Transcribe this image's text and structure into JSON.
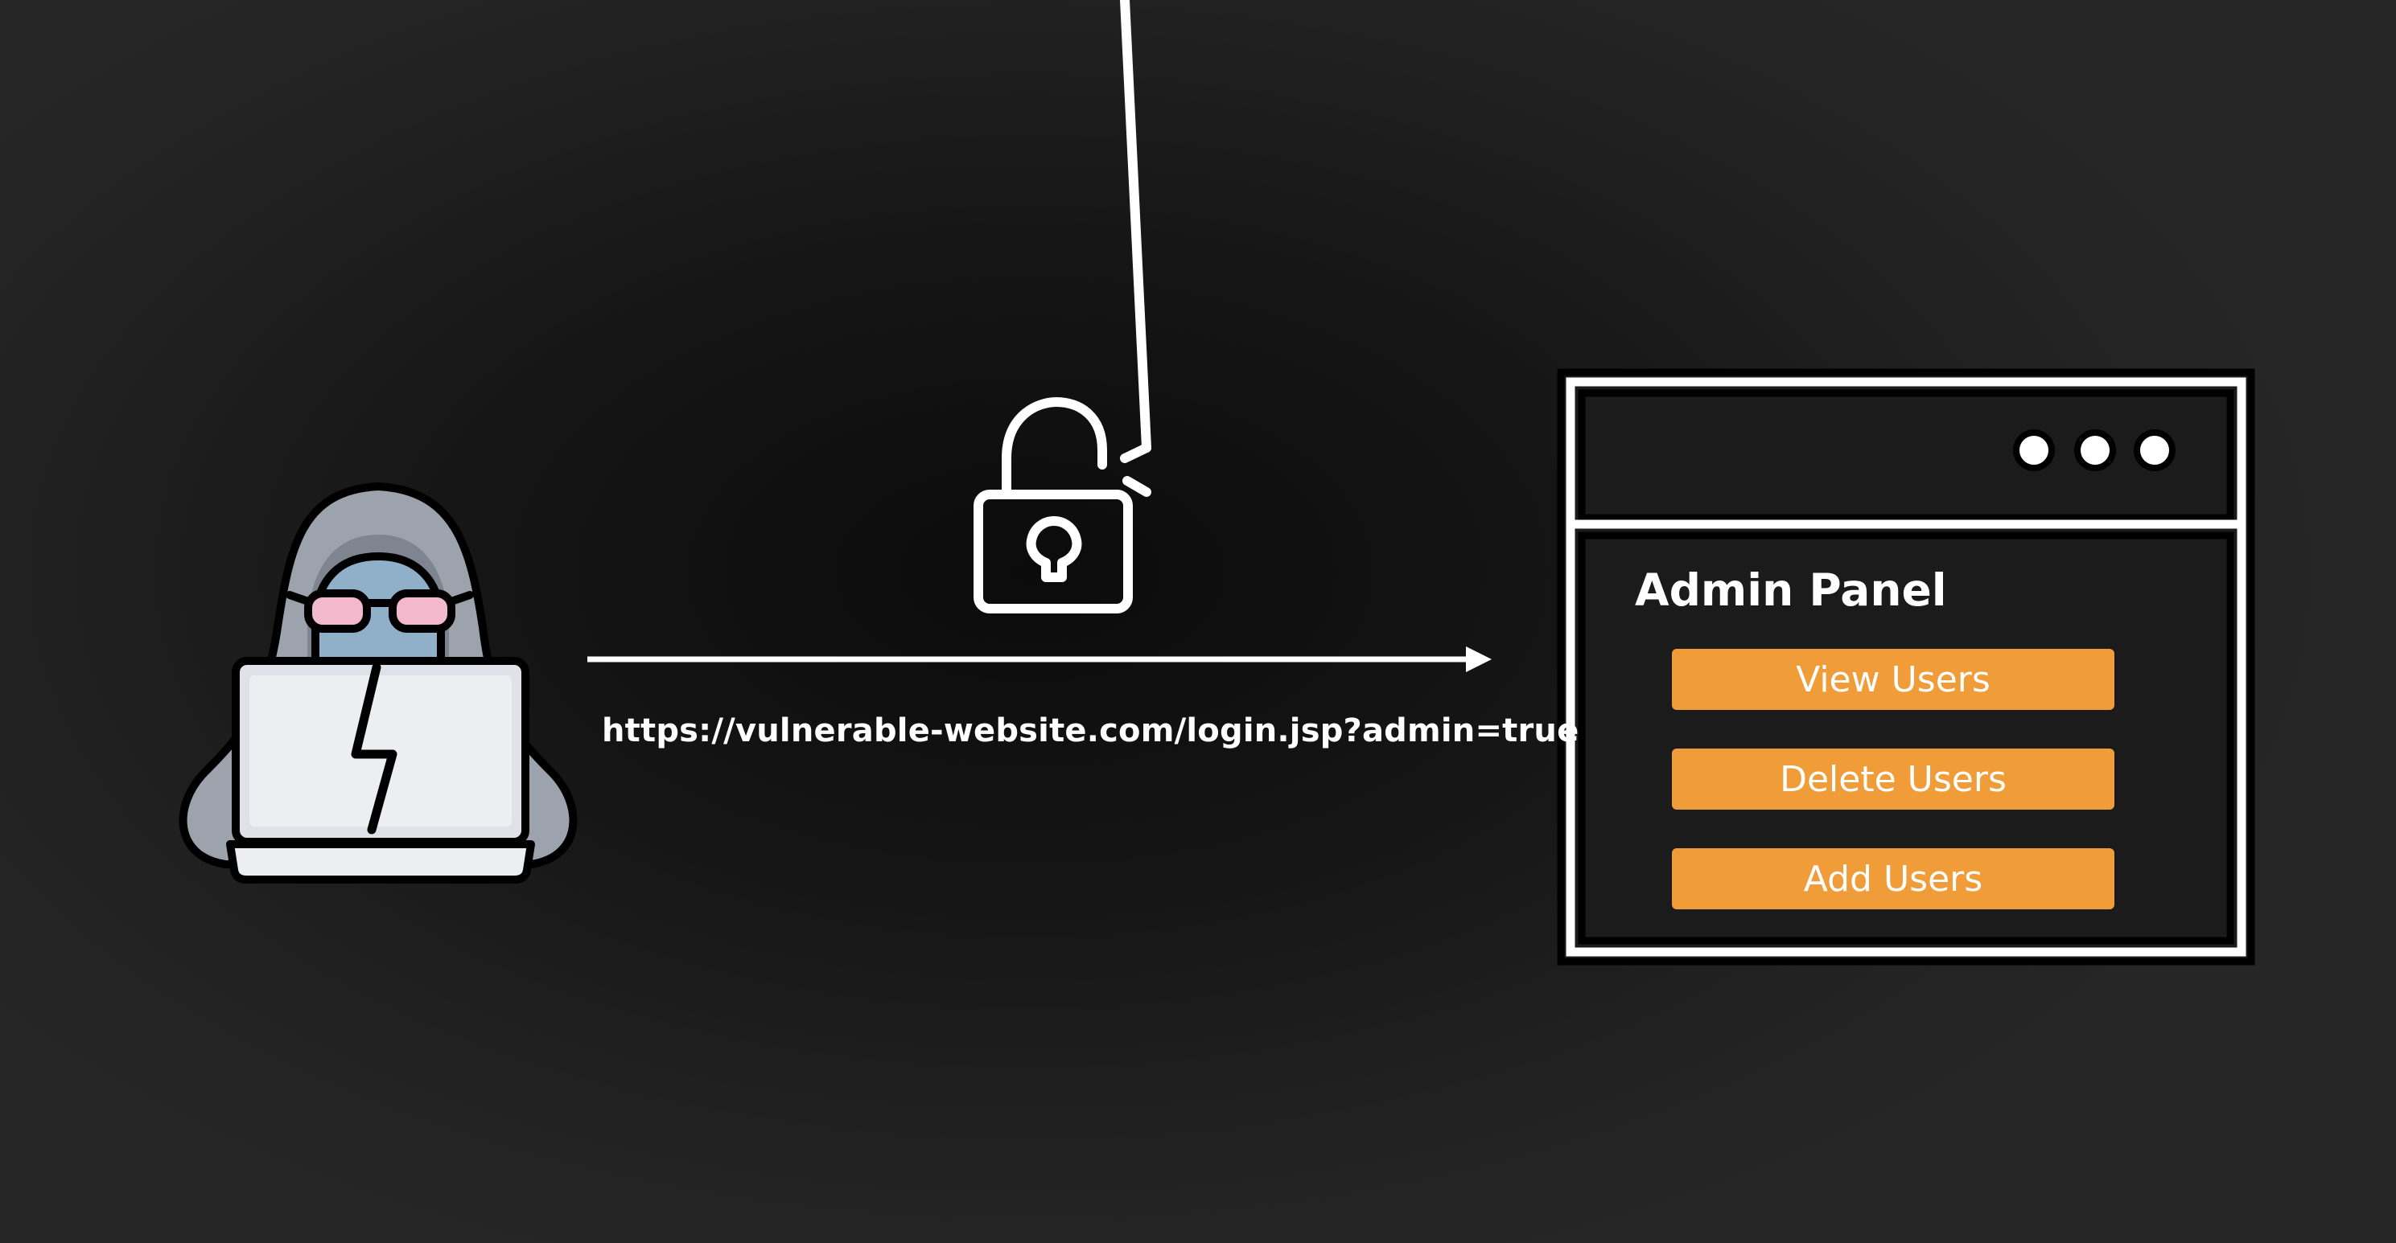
{
  "request": {
    "url": "https://vulnerable-website.com/login.jsp?admin=true"
  },
  "admin_panel": {
    "title": "Admin Panel",
    "buttons": [
      {
        "label": "View Users"
      },
      {
        "label": "Delete Users"
      },
      {
        "label": "Add Users"
      }
    ]
  },
  "icons": {
    "attacker": "hacker-icon",
    "lock": "unlocked-padlock-icon",
    "window_controls": "window-dots-icon"
  },
  "colors": {
    "background": "#1a1a1a",
    "button": "#f09c38",
    "line": "#ffffff"
  }
}
